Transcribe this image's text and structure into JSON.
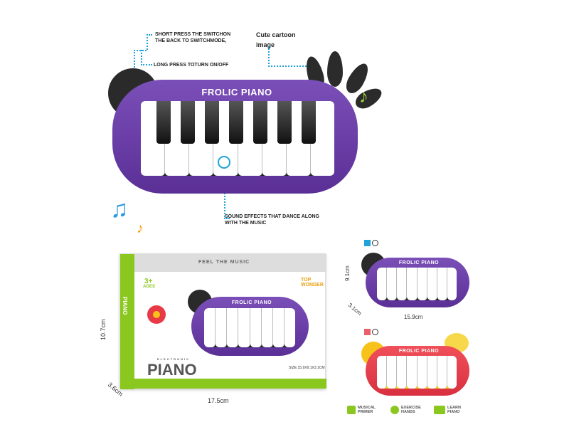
{
  "annotations": {
    "switch_mode": "SHORT PRESS THE SWITCHON THE BACK TO SWITCHMODE,",
    "power": "LONG PRESS TOTURN ON/OFF",
    "cartoon": "Cute cartoon image",
    "sound": "SOUND EFFECTS THAT DANCE ALONG WITH THE MUSIC"
  },
  "product": {
    "brand_label": "FROLIC PIANO",
    "body_color": "#6a3fa8",
    "alt_color": "#e83a45"
  },
  "box": {
    "tagline": "FEEL THE MUSIC",
    "age": "3+",
    "age_label": "AGES",
    "side_title": "PIANO",
    "subtitle": "ELECTRONIC",
    "title": "PIANO",
    "size": "SIZE:15.9X9.1X3.1CM",
    "logo": "TOP WONDER",
    "width": "17.5cm",
    "height": "10.7cm",
    "depth": "3.6cm"
  },
  "variants": {
    "height": "9.1cm",
    "width": "15.9cm",
    "depth": "3.1cm",
    "colors": [
      "#1fa3d8",
      "#e8606a"
    ]
  },
  "features": [
    {
      "icon": "music-note-icon",
      "label": "MUSICAL PRIMER"
    },
    {
      "icon": "hand-icon",
      "label": "EXERCISE HANDS"
    },
    {
      "icon": "piano-icon",
      "label": "LEARN PIANO"
    }
  ]
}
